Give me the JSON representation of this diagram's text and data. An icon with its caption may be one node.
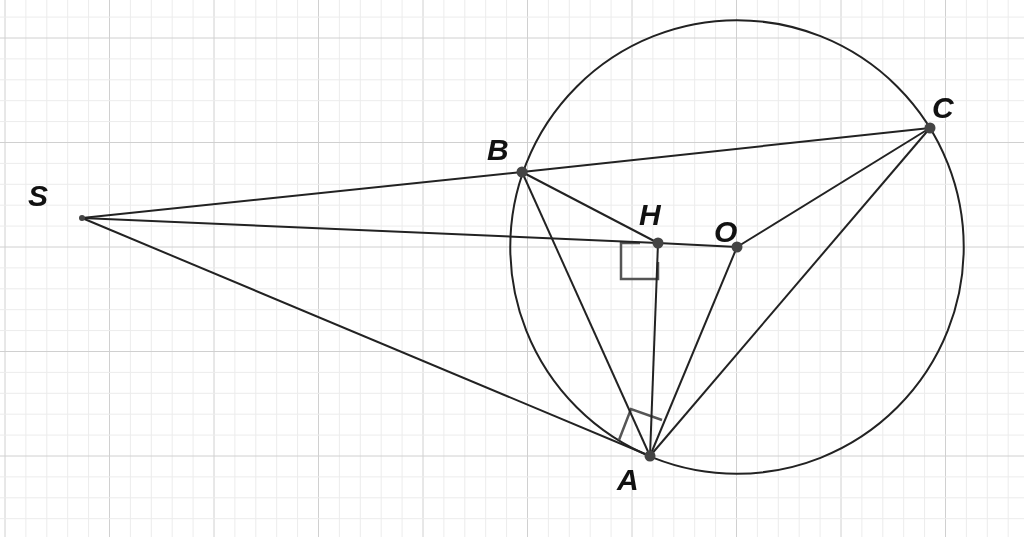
{
  "diagram": {
    "nodes": [
      {
        "text": [
          "C"
        ]
      },
      {
        "text": [
          "B"
        ]
      },
      {
        "text": [
          "S"
        ]
      },
      {
        "text": [
          "H"
        ]
      },
      {
        "text": [
          "O"
        ]
      },
      {
        "text": [
          "A"
        ]
      }
    ],
    "edges": [
      {
        "from": 2,
        "to": 1,
        "arrow": "none"
      },
      {
        "from": 1,
        "to": 0,
        "arrow": "none"
      },
      {
        "from": 2,
        "to": 3,
        "arrow": "none"
      },
      {
        "from": 3,
        "to": 4,
        "arrow": "none"
      },
      {
        "from": 2,
        "to": 5,
        "arrow": "none"
      },
      {
        "from": 1,
        "to": 3,
        "arrow": "none"
      },
      {
        "from": 1,
        "to": 5,
        "arrow": "none"
      },
      {
        "from": 3,
        "to": 5,
        "arrow": "none"
      },
      {
        "from": 4,
        "to": 5,
        "arrow": "none"
      },
      {
        "from": 4,
        "to": 0,
        "arrow": "none"
      },
      {
        "from": 5,
        "to": 0,
        "arrow": "none"
      }
    ]
  }
}
